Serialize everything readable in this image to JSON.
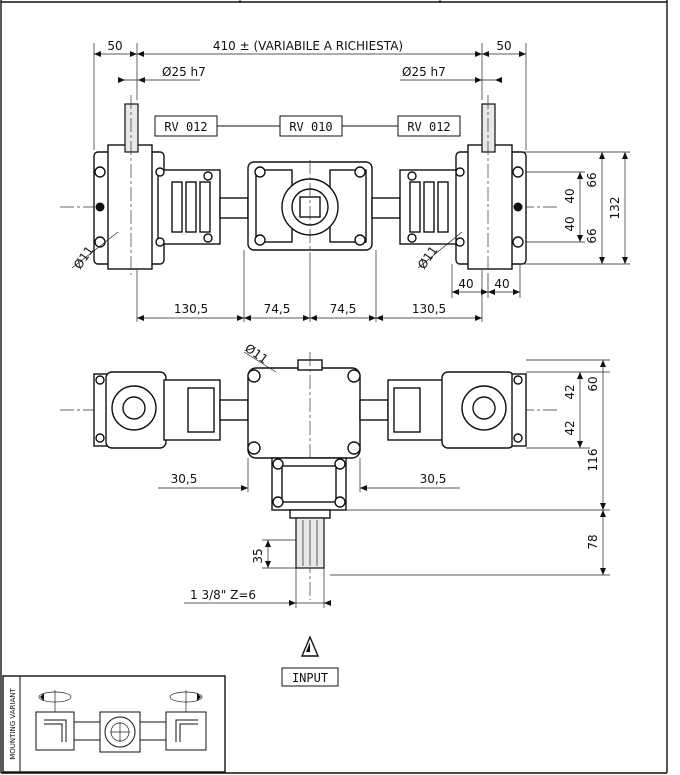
{
  "dimensions": {
    "top_50_left": "50",
    "top_length": "410 ± (VARIABILE A RICHIESTA)",
    "top_50_right": "50",
    "shaft_left": "Ø25 h7",
    "shaft_right": "Ø25 h7",
    "hole_left": "Ø11",
    "hole_right": "Ø11",
    "hole_bottom": "Ø11",
    "right_40_a": "40",
    "right_40_b": "40",
    "right_66_a": "66",
    "right_66_b": "66",
    "right_132": "132",
    "bottom_40_a": "40",
    "bottom_40_b": "40",
    "span_1305_left": "130,5",
    "span_745_left": "74,5",
    "span_745_right": "74,5",
    "span_1305_right": "130,5",
    "side_42_a": "42",
    "side_42_b": "42",
    "side_60": "60",
    "side_116": "116",
    "side_78": "78",
    "side_305_left": "30,5",
    "side_305_right": "30,5",
    "spline_35": "35",
    "spline_label": "1 3/8\" Z=6"
  },
  "labels": {
    "rv_left": "RV 012",
    "rv_center": "RV 010",
    "rv_right": "RV 012",
    "input": "INPUT",
    "mounting": "MOUNTING VARIANT"
  }
}
